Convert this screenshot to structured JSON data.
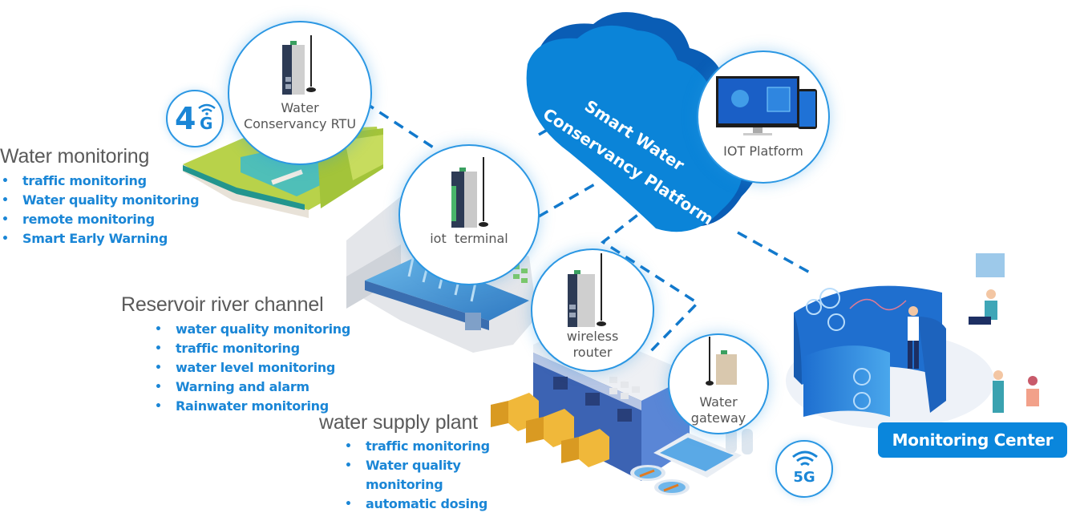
{
  "colors": {
    "accent": "#1a86d6",
    "node_border": "#2b97e3",
    "cloud_front": "#0b84d8",
    "cloud_back": "#0a5db5",
    "heading_text": "#5a5a5a",
    "button_bg": "#0a86dc"
  },
  "sections": [
    {
      "id": "water-monitoring",
      "title": "Water monitoring",
      "items": [
        "traffic monitoring",
        "Water quality monitoring",
        "remote monitoring",
        "Smart Early Warning"
      ]
    },
    {
      "id": "reservoir",
      "title": "Reservoir river channel",
      "items": [
        "water quality monitoring",
        "traffic monitoring",
        "water level monitoring",
        "Warning and alarm",
        "Rainwater monitoring"
      ]
    },
    {
      "id": "water-supply",
      "title": "water supply plant",
      "items": [
        "traffic monitoring",
        "Water quality",
        "monitoring",
        "automatic dosing"
      ]
    }
  ],
  "nodes": {
    "rtu": {
      "line1": "Water",
      "line2": "Conservancy RTU",
      "icon": "rtu-device-icon"
    },
    "iot_terminal": {
      "line1": "iot  terminal",
      "icon": "iot-terminal-device-icon"
    },
    "wireless_router": {
      "line1": "wireless",
      "line2": "router",
      "icon": "router-device-icon"
    },
    "water_gateway": {
      "line1": "Water",
      "line2": "gateway",
      "icon": "gateway-device-icon"
    },
    "iot_platform": {
      "line1": "IOT Platform",
      "icon": "monitor-and-phone-icon"
    }
  },
  "cloud": {
    "line1": "Smart Water",
    "line2": "Conservancy Platform"
  },
  "badges": {
    "four_g": {
      "label": "4",
      "sub": "G",
      "icon": "wifi-signal-icon"
    },
    "five_g": {
      "label": "5G",
      "icon": "wifi-signal-icon"
    }
  },
  "monitoring_center": {
    "label": "Monitoring Center"
  }
}
